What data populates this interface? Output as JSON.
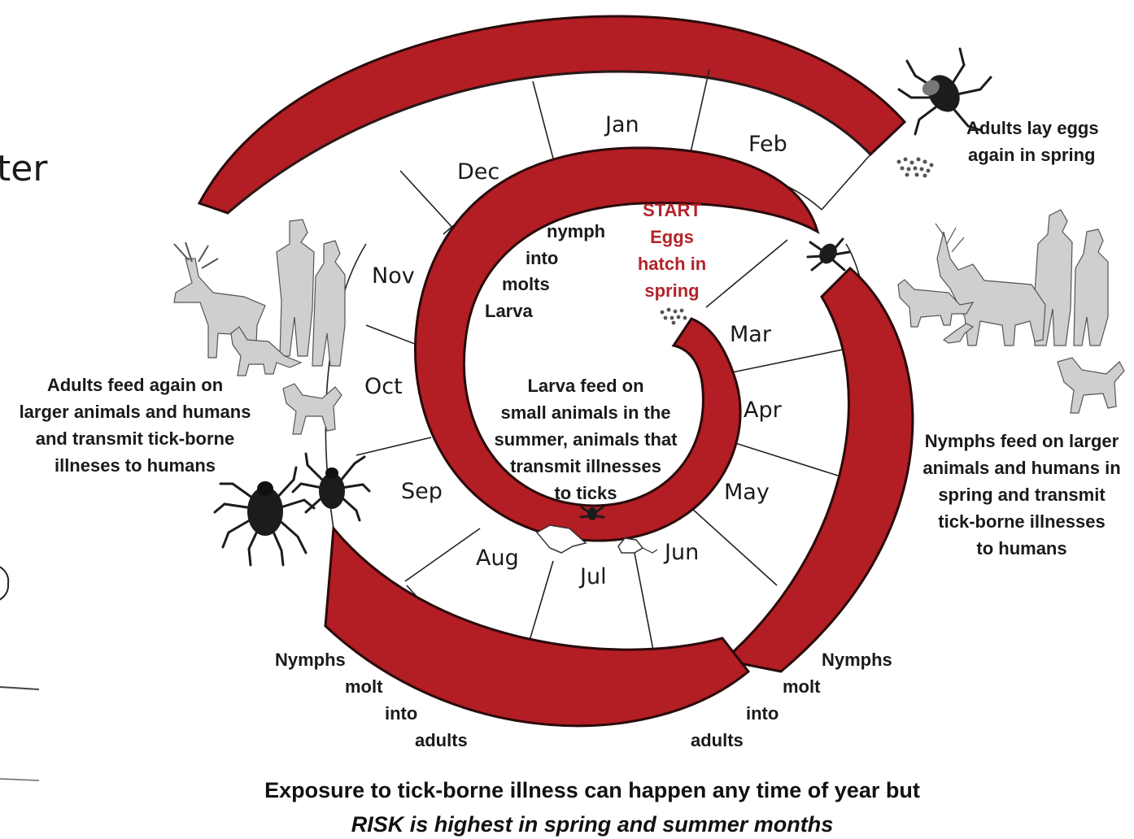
{
  "edge_text": {
    "top_left": "ter"
  },
  "months": [
    "Jan",
    "Feb",
    "Mar",
    "Apr",
    "May",
    "Jun",
    "Jul",
    "Aug",
    "Sep",
    "Oct",
    "Nov",
    "Dec"
  ],
  "start": {
    "l1": "START",
    "l2": "Eggs",
    "l3": "hatch in",
    "l4": "spring"
  },
  "molt_inner": {
    "l1": "nymph",
    "l2": "into",
    "l3": "molts",
    "l4": "Larva"
  },
  "larva_feed": {
    "l1": "Larva feed on",
    "l2": "small animals in the",
    "l3": "summer, animals that",
    "l4": "transmit illnesses",
    "l5": "to ticks"
  },
  "adults_lay": {
    "l1": "Adults lay eggs",
    "l2": "again in spring"
  },
  "nymphs_feed": {
    "l1": "Nymphs feed on larger",
    "l2": "animals and humans in",
    "l3": "spring and transmit",
    "l4": "tick-borne illnesses",
    "l5": "to humans"
  },
  "adults_feed": {
    "l1": "Adults feed again on",
    "l2": "larger animals and humans",
    "l3": "and transmit tick-borne",
    "l4": "illneses to humans"
  },
  "molt_left": {
    "l1": "Nymphs",
    "l2": "molt",
    "l3": "into",
    "l4": "adults"
  },
  "molt_right": {
    "l1": "Nymphs",
    "l2": "molt",
    "l3": "into",
    "l4": "adults"
  },
  "footer": {
    "line1": "Exposure to tick-borne illness can happen any time of year but",
    "line2": "RISK is highest in spring and summer months"
  },
  "colors": {
    "band": "#b31d24",
    "start_text": "#b3242a",
    "silhouette": "#cfcfcf"
  },
  "icons": [
    "tick-icon",
    "eggs-icon",
    "deer-icon",
    "human-icon",
    "dog-icon",
    "fox-icon",
    "bird-icon",
    "mouse-icon"
  ]
}
